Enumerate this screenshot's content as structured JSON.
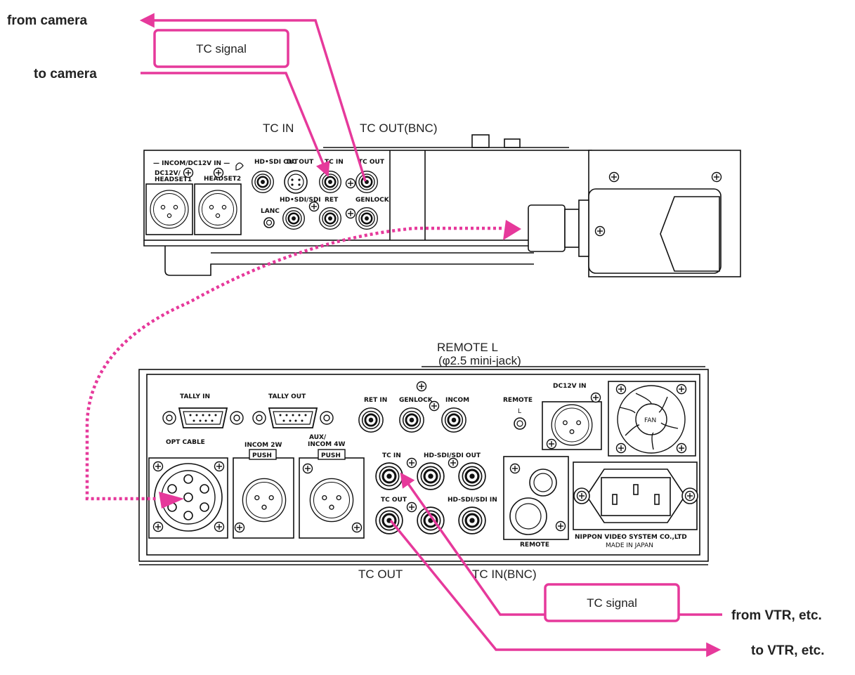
{
  "colors": {
    "accent": "#e6399b",
    "line": "#222222"
  },
  "labels": {
    "from_camera": "from camera",
    "to_camera": "to camera",
    "tc_signal_top": "TC signal",
    "tc_signal_bottom": "TC signal",
    "from_vtr": "from VTR, etc.",
    "to_vtr": "to VTR, etc.",
    "cam_tc_in": "TC IN",
    "cam_tc_out_bnc": "TC OUT(BNC)",
    "remote_l": "REMOTE L",
    "remote_l_sub": "(φ2.5 mini-jack)",
    "ccu_tc_out": "TC OUT",
    "ccu_tc_in_bnc": "TC IN(BNC)"
  },
  "camera_panel": {
    "incom_header": "— INCOM/DC12V IN —",
    "dc12v_headset1": [
      "DC12V/",
      "HEADSET1"
    ],
    "headset2": "HEADSET2",
    "hd_sdi_out": "HD•SDI OUT",
    "dc_out": "DC OUT",
    "tc_in": "TC IN",
    "tc_out": "TC OUT",
    "hd_sdi_sdi": "HD•SDI/SDI",
    "ret": "RET",
    "genlock": "GENLOCK",
    "lanc": "LANC"
  },
  "ccu_panel": {
    "tally_in": "TALLY IN",
    "tally_out": "TALLY OUT",
    "ret_in": "RET IN",
    "genlock": "GENLOCK",
    "incom": "INCOM",
    "remote_top": "REMOTE",
    "remote_l": "L",
    "dc12v_in": "DC12V IN",
    "fan": "FAN",
    "opt_cable": "OPT CABLE",
    "incom_2w": "INCOM 2W",
    "aux_incom_4w": [
      "AUX/",
      "INCOM 4W"
    ],
    "push1": "PUSH",
    "push2": "PUSH",
    "tc_in": "TC IN",
    "hd_sdi_sdi_out": "HD-SDI/SDI OUT",
    "tc_out": "TC OUT",
    "hd_sdi_sdi_in": "HD-SDI/SDI IN",
    "remote_bottom": "REMOTE",
    "maker": "NIPPON VIDEO SYSTEM CO.,LTD",
    "made_in": "MADE IN JAPAN"
  }
}
